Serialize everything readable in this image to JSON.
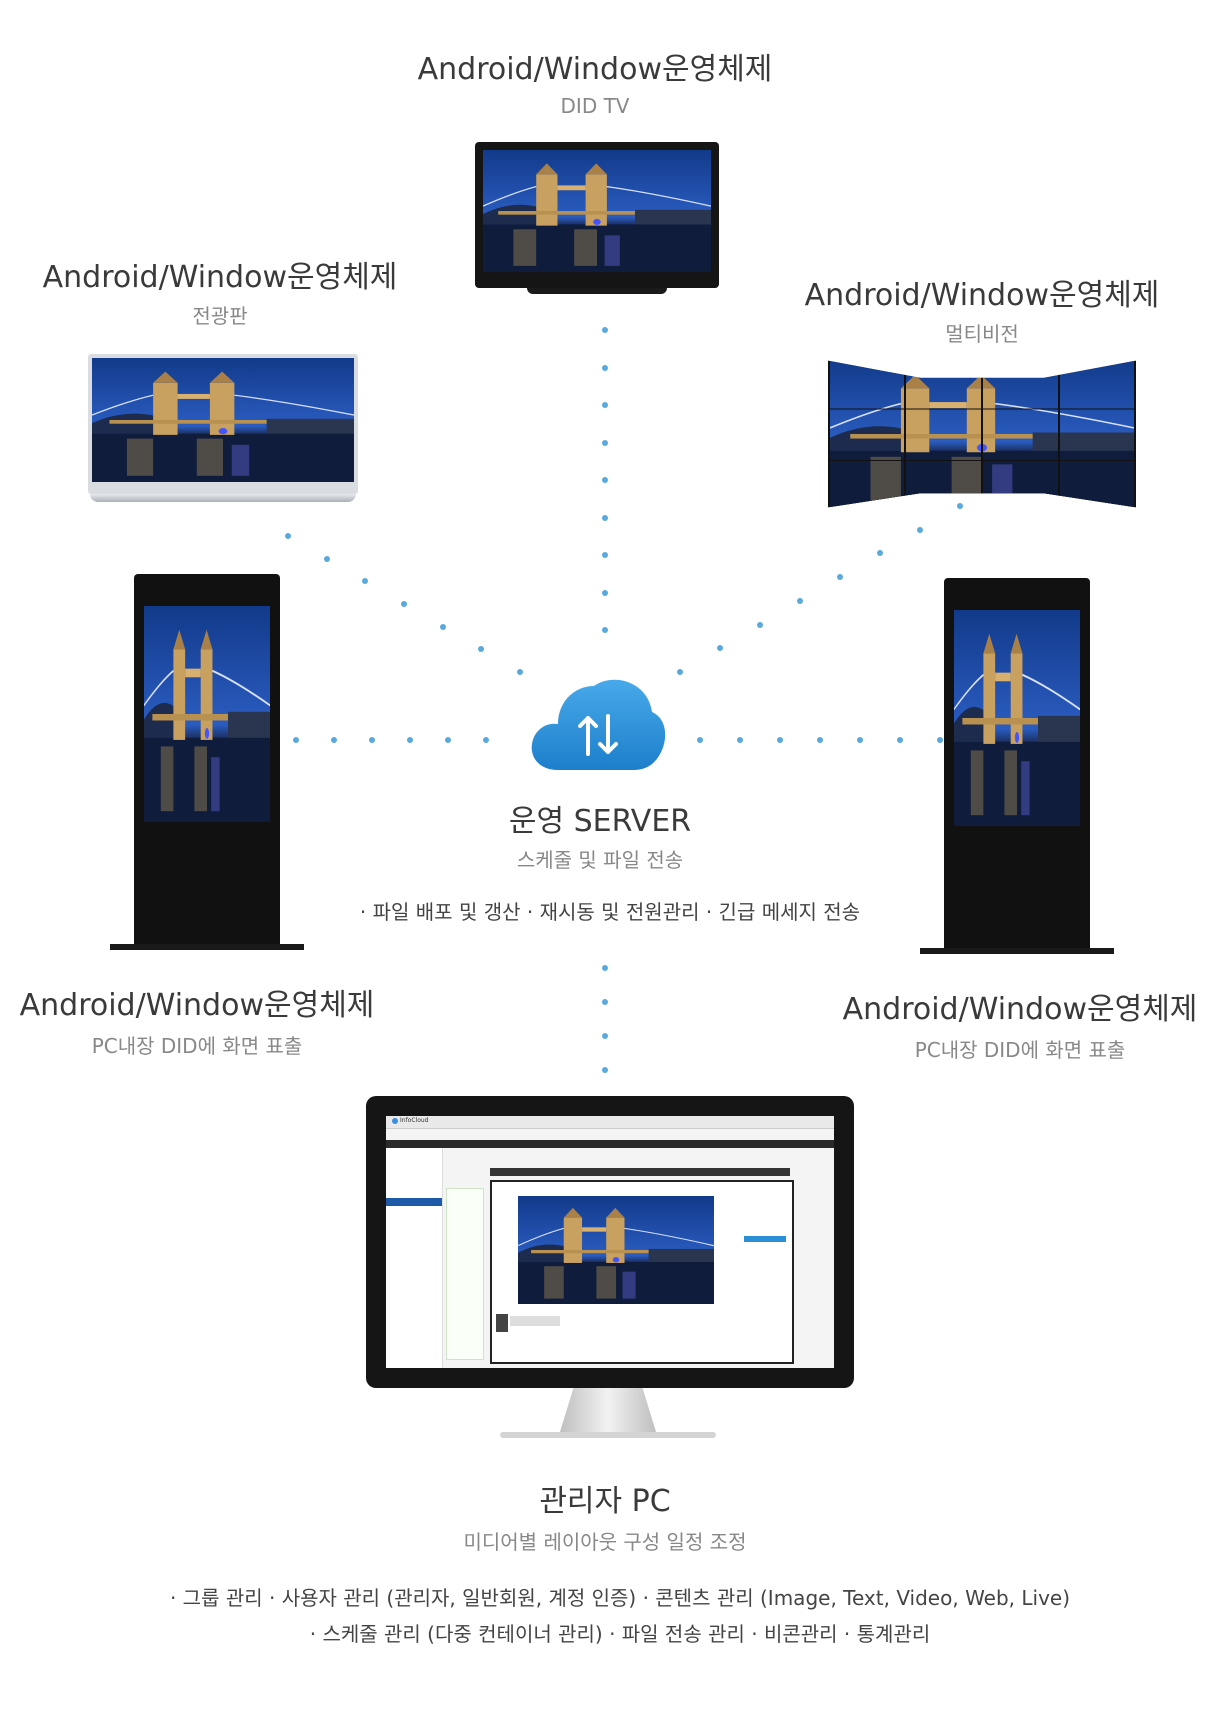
{
  "devices": {
    "did_tv": {
      "title": "Android/Window운영체제",
      "subtitle": "DID TV"
    },
    "signboard": {
      "title": "Android/Window운영체제",
      "subtitle": "전광판"
    },
    "multivision": {
      "title": "Android/Window운영체제",
      "subtitle": "멀티비전"
    },
    "kiosk_left": {
      "title": "Android/Window운영체제",
      "subtitle": "PC내장 DID에 화면 표출"
    },
    "kiosk_right": {
      "title": "Android/Window운영체제",
      "subtitle": "PC내장 DID에 화면 표출"
    }
  },
  "server": {
    "icon": "cloud-sync-icon",
    "title": "운영 SERVER",
    "subtitle": "스케줄 및 파일 전송",
    "features": "· 파일 배포 및 갱산 · 재시동 및 전원관리 · 긴급 메세지 전송"
  },
  "admin_pc": {
    "title": "관리자 PC",
    "subtitle": "미디어별 레이아웃 구성 일정 조정",
    "features_line1": "· 그룹 관리 · 사용자 관리 (관리자, 일반회원, 계정 인증) · 콘텐츠 관리 (Image, Text, Video, Web, Live)",
    "features_line2": "· 스케줄 관리 (다중 컨테이너 관리) · 파일 전송 관리 · 비콘관리 · 통계관리",
    "screen_app_name": "InfoCloud"
  },
  "colors": {
    "dot": "#5aa9dd",
    "cloud": "#2b8fd6",
    "title_text": "#3a3a3a",
    "sub_text": "#888888"
  }
}
